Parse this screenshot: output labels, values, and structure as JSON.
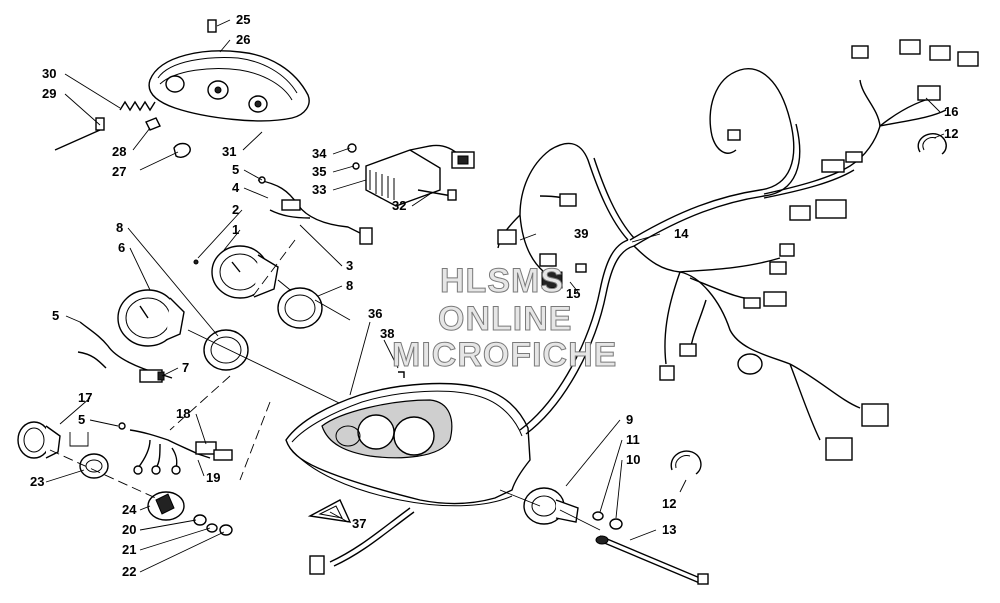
{
  "watermark": {
    "line1": "HLSMS",
    "line2": "ONLINE",
    "line3": "MICROFICHE"
  },
  "callouts": [
    "25",
    "26",
    "30",
    "29",
    "28",
    "27",
    "31",
    "5",
    "4",
    "2",
    "1",
    "3",
    "8",
    "6",
    "5",
    "7",
    "17",
    "5",
    "18",
    "19",
    "23",
    "24",
    "20",
    "21",
    "22",
    "34",
    "35",
    "33",
    "32",
    "36",
    "38",
    "37",
    "39",
    "15",
    "14",
    "16",
    "12",
    "9",
    "11",
    "10",
    "12",
    "13",
    "8"
  ]
}
